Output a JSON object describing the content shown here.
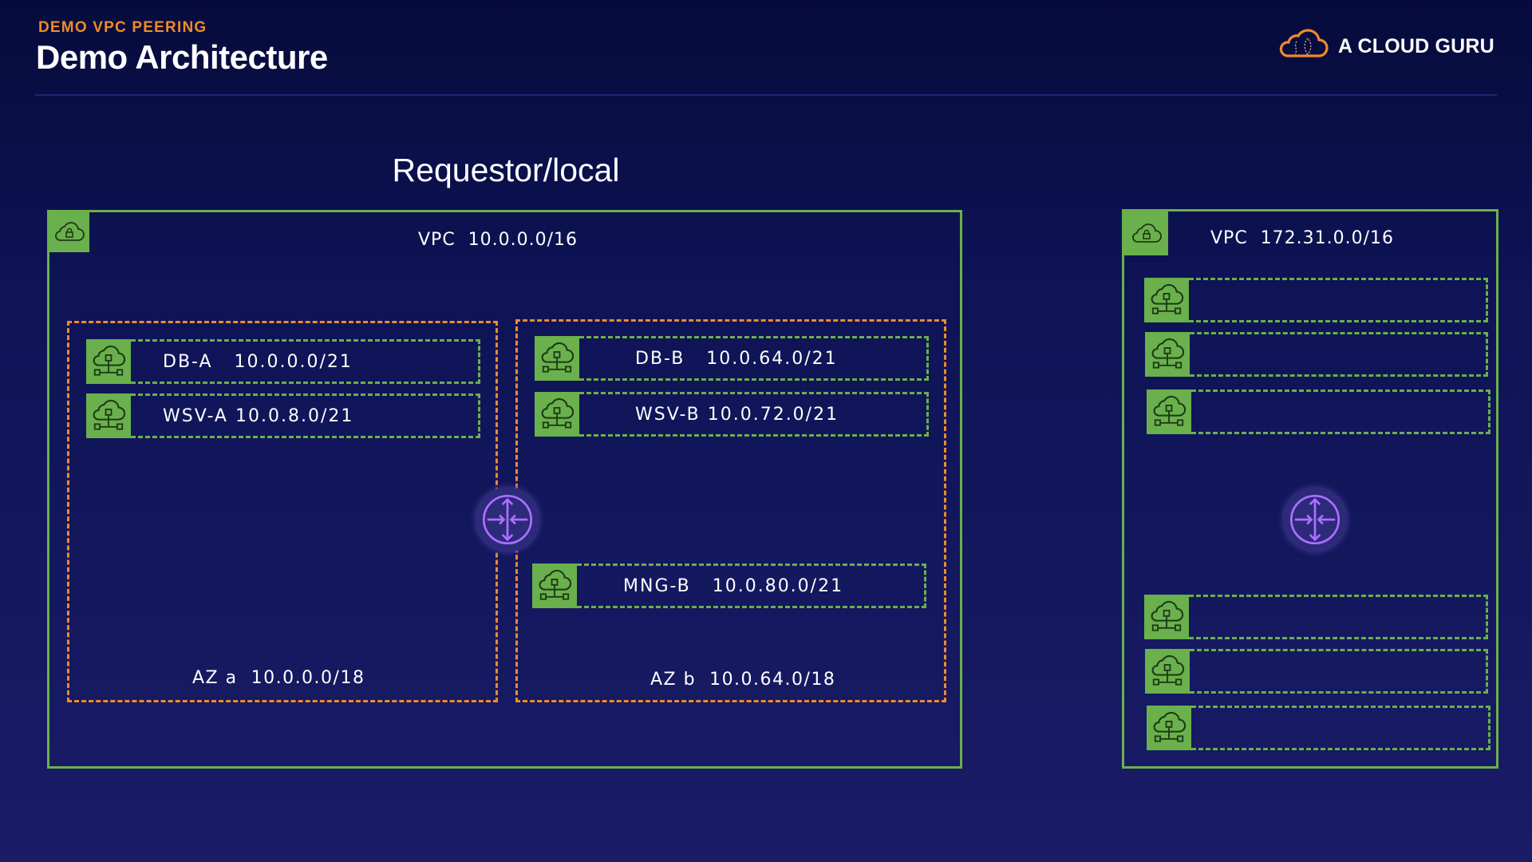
{
  "header": {
    "kicker": "DEMO VPC PEERING",
    "title": "Demo Architecture",
    "brand": "A CLOUD GURU"
  },
  "colors": {
    "background": "#0e1456",
    "accent_orange": "#f08a2c",
    "vpc_green": "#6ab04c",
    "router_purple": "#a970ff"
  },
  "diagram": {
    "section_title": "Requestor/local",
    "requestor_vpc": {
      "label": "VPC  10.0.0.0/16",
      "icon": "vpc-cloud-lock-icon",
      "availability_zones": [
        {
          "label": "AZ a  10.0.0.0/18",
          "subnets": [
            {
              "label": "DB-A   10.0.0.0/21",
              "icon": "subnet-cloud-icon"
            },
            {
              "label": "WSV-A 10.0.8.0/21",
              "icon": "subnet-cloud-icon"
            }
          ]
        },
        {
          "label": "AZ b  10.0.64.0/18",
          "subnets": [
            {
              "label": "DB-B   10.0.64.0/21",
              "icon": "subnet-cloud-icon"
            },
            {
              "label": "WSV-B 10.0.72.0/21",
              "icon": "subnet-cloud-icon"
            },
            {
              "label": "MNG-B   10.0.80.0/21",
              "icon": "subnet-cloud-icon"
            }
          ]
        }
      ],
      "router": "router-icon"
    },
    "accepter_vpc": {
      "label": "VPC  172.31.0.0/16",
      "icon": "vpc-cloud-lock-icon",
      "subnets": [
        {
          "label": "",
          "icon": "subnet-cloud-icon"
        },
        {
          "label": "",
          "icon": "subnet-cloud-icon"
        },
        {
          "label": "",
          "icon": "subnet-cloud-icon"
        },
        {
          "label": "",
          "icon": "subnet-cloud-icon"
        },
        {
          "label": "",
          "icon": "subnet-cloud-icon"
        },
        {
          "label": "",
          "icon": "subnet-cloud-icon"
        }
      ],
      "router": "router-icon"
    }
  }
}
